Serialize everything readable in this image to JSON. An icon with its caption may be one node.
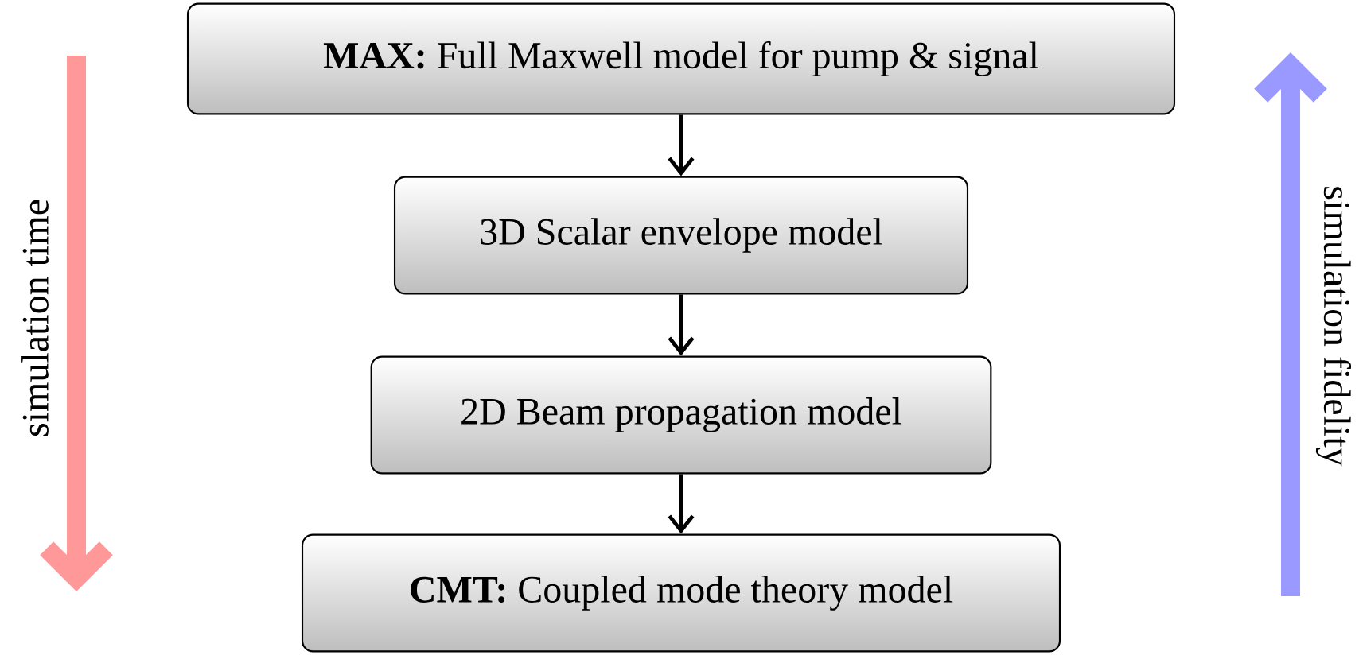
{
  "diagram": {
    "nodes": [
      {
        "text": [
          "**MAX:** Full Maxwell model for pump & signal"
        ]
      },
      {
        "text": [
          "3D Scalar envelope model"
        ]
      },
      {
        "text": [
          "2D Beam propagation model"
        ]
      },
      {
        "text": [
          "**CMT:** Coupled mode theory model"
        ]
      }
    ],
    "edges": [
      {
        "from": 0,
        "to": 1,
        "arrow": "to"
      },
      {
        "from": 1,
        "to": 2,
        "arrow": "to"
      },
      {
        "from": 2,
        "to": 3,
        "arrow": "to"
      }
    ],
    "labels": [
      "simulation time",
      "simulation fidelity"
    ]
  }
}
